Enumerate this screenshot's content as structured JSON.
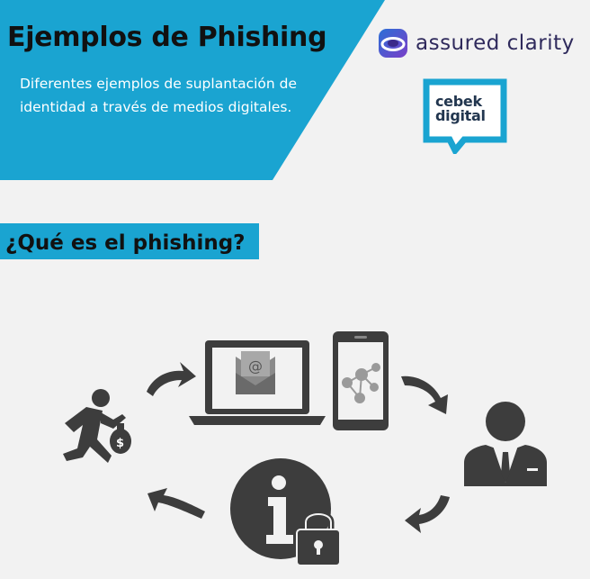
{
  "header": {
    "title": "Ejemplos de Phishing",
    "subtitle": "Diferentes ejemplos de suplantación de identidad a través de medios digitales."
  },
  "logos": {
    "assured": {
      "wordmark": "assured clarity"
    },
    "cebek": {
      "line1": "cebek",
      "line2": "digital"
    }
  },
  "section": {
    "title": "¿Qué es el phishing?"
  },
  "diagram": {
    "icons": [
      "thief-icon",
      "laptop-email-icon",
      "smartphone-network-icon",
      "businessman-icon",
      "info-lock-icon"
    ]
  },
  "colors": {
    "accent": "#1aa4d1",
    "icon": "#3d3d3d",
    "background": "#f2f2f2"
  }
}
